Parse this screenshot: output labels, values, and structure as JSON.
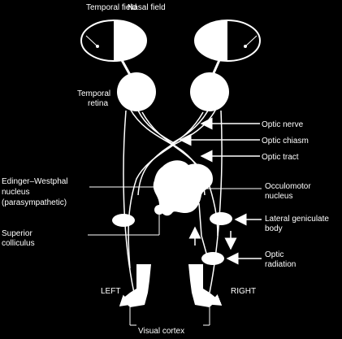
{
  "labels": {
    "temporal_field": "Temporal field",
    "nasal_field": "Nasal field",
    "temporal_retina_line1": "Temporal",
    "temporal_retina_line2": "retina",
    "optic_nerve": "Optic nerve",
    "optic_chiasm": "Optic chiasm",
    "optic_tract": "Optic tract",
    "edinger_line1": "Edinger–Westphal",
    "edinger_line2": "nucleus",
    "edinger_line3": "(parasympathetic)",
    "occulomotor_line1": "Occulomotor",
    "occulomotor_line2": "nucleus",
    "lgb_line1": "Lateral geniculate",
    "lgb_line2": "body",
    "superior_line1": "Superior",
    "superior_line2": "colliculus",
    "optic_radiation_line1": "Optic",
    "optic_radiation_line2": "radiation",
    "left": "LEFT",
    "right": "RIGHT",
    "visual_cortex": "Visual cortex"
  }
}
